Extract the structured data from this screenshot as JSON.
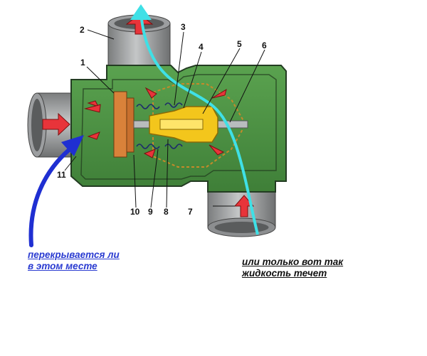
{
  "diagram": {
    "part_labels": [
      "1",
      "2",
      "3",
      "4",
      "5",
      "6",
      "7",
      "8",
      "9",
      "10",
      "11"
    ],
    "colors": {
      "housing": "#4f9445",
      "housing_outline": "#233c22",
      "pipe": "#a3a5a6",
      "valve": "#f3c61c",
      "seal": "#c8702e",
      "flow_arrow": "#e8343a",
      "question_arrow_blue": "#1f2fd2",
      "question_arrow_cyan": "#3fe0e6"
    },
    "icons": [
      "flow-arrow-icon",
      "blue-question-arrow-icon",
      "cyan-flow-path-icon"
    ]
  },
  "captions": {
    "left": {
      "line1": "перекрывается ли",
      "line2": "в этом месте"
    },
    "right": {
      "line1": "или только вот так",
      "line2": "жидкость течет"
    }
  }
}
